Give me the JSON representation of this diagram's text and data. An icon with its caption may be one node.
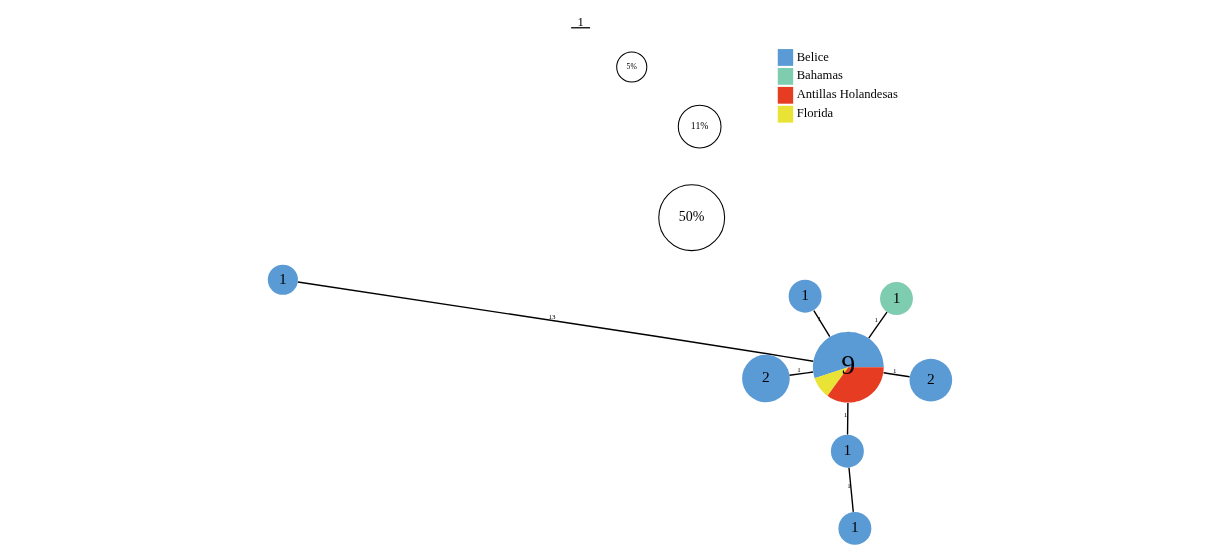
{
  "diagram": {
    "nodes": [
      {
        "text": [
          "1"
        ]
      },
      {
        "text": [
          "2"
        ]
      },
      {
        "text": [
          "9"
        ]
      },
      {
        "text": [
          "1"
        ]
      },
      {
        "text": [
          "1"
        ]
      },
      {
        "text": [
          "2"
        ]
      },
      {
        "text": [
          "1"
        ]
      },
      {
        "text": [
          "1"
        ]
      },
      {
        "text": [
          "50%"
        ]
      },
      {
        "text": [
          "11%"
        ]
      },
      {
        "text": [
          "5%"
        ]
      }
    ],
    "edges": [
      {
        "from": 0,
        "to": 2,
        "arrow": "none",
        "label": "13"
      },
      {
        "from": 1,
        "to": 2,
        "arrow": "none",
        "label": "1"
      },
      {
        "from": 3,
        "to": 2,
        "arrow": "none",
        "label": "1"
      },
      {
        "from": 4,
        "to": 2,
        "arrow": "none",
        "label": "1"
      },
      {
        "from": 5,
        "to": 2,
        "arrow": "none",
        "label": "1"
      },
      {
        "from": 6,
        "to": 2,
        "arrow": "none",
        "label": "1"
      },
      {
        "from": 6,
        "to": 7,
        "arrow": "none",
        "label": "1"
      }
    ],
    "labels": [
      "1"
    ],
    "legend": [
      {
        "text": "Belice",
        "color": "#5b9bd5"
      },
      {
        "text": "Bahamas",
        "color": "#7fcdb0"
      },
      {
        "text": "Antillas Holandesas",
        "color": "#e63c22"
      },
      {
        "text": "Florida",
        "color": "#e8e334"
      }
    ]
  }
}
